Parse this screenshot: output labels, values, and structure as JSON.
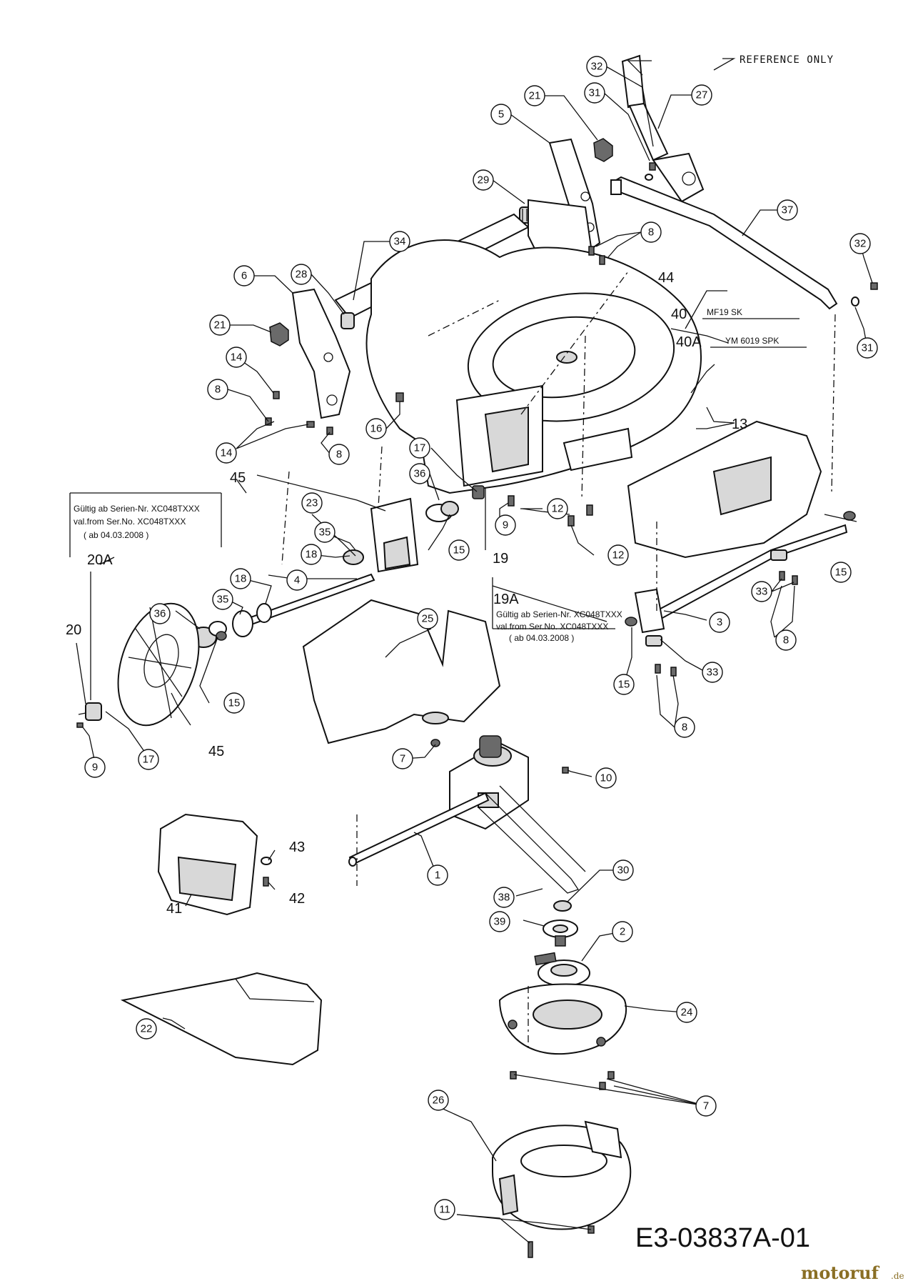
{
  "reference_note": "REFERENCE ONLY",
  "variants": {
    "v40": {
      "callout": "40",
      "model": "MF19 SK"
    },
    "v40A": {
      "callout": "40A",
      "model": "YM 6019 SPK"
    }
  },
  "notes": {
    "left": [
      "Gültig ab Serien-Nr. XC048TXXX",
      "val.from Ser.No. XC048TXXX",
      "( ab 04.03.2008 )"
    ],
    "right": [
      "Gültig ab Serien-Nr. XC048TXXX",
      "val.from Ser.No. XC048TXXX",
      "( ab 04.03.2008 )"
    ]
  },
  "callouts": {
    "c32a": "32",
    "c31a": "31",
    "c27": "27",
    "c21a": "21",
    "c5": "5",
    "c29": "29",
    "c37": "37",
    "c34": "34",
    "c8a": "8",
    "c32b": "32",
    "c31b": "31",
    "c6": "6",
    "c28": "28",
    "c21b": "21",
    "c14a": "14",
    "c8b": "8",
    "c14b": "14",
    "c16": "16",
    "c8c": "8",
    "c17a": "17",
    "c36a": "36",
    "c9a": "9",
    "c12a": "12",
    "c12b": "12",
    "c15a": "15",
    "c23": "23",
    "c35a": "35",
    "c18a": "18",
    "c18b": "18",
    "c35b": "35",
    "c4": "4",
    "c36b": "36",
    "c15b": "15",
    "c9b": "9",
    "c17b": "17",
    "c25": "25",
    "c7a": "7",
    "c15c": "15",
    "c33a": "33",
    "c3": "3",
    "c8d": "8",
    "c15d": "15",
    "c33b": "33",
    "c8e": "8",
    "c10": "10",
    "c1": "1",
    "c38": "38",
    "c30": "30",
    "c39": "39",
    "c2": "2",
    "c24": "24",
    "c22": "22",
    "c26": "26",
    "c7b": "7",
    "c11": "11"
  },
  "plain_labels": {
    "l44": "44",
    "l13": "13",
    "l45a": "45",
    "l19": "19",
    "l19A": "19A",
    "l20A": "20A",
    "l20": "20",
    "l45b": "45",
    "l43": "43",
    "l42": "42",
    "l41": "41"
  },
  "drawing_number": "E3-03837A-01",
  "brand": {
    "name": "motoruf",
    "suffix": ".de"
  }
}
